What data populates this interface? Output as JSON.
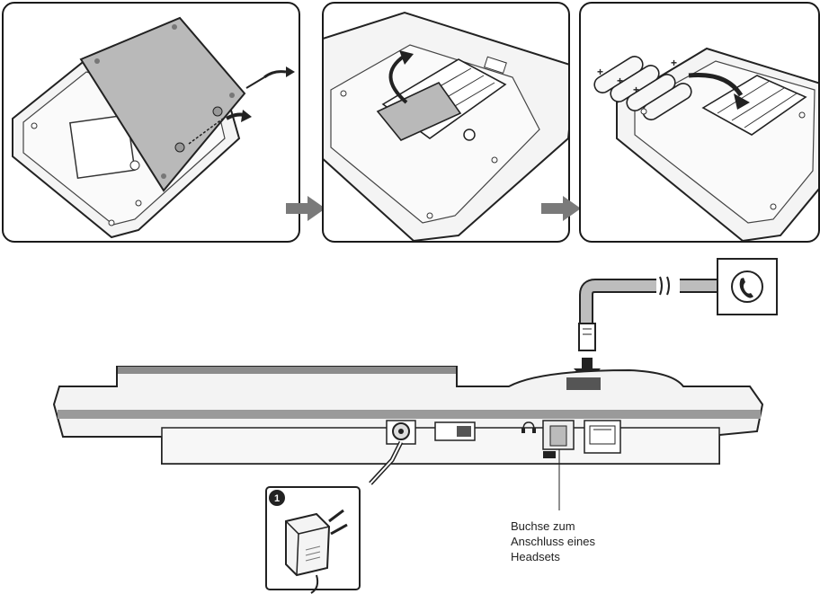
{
  "steps": [
    {
      "id": 1
    },
    {
      "id": 2
    },
    {
      "id": 3
    }
  ],
  "adapter": {
    "badge_number": "1"
  },
  "callout": {
    "lines": [
      "Buchse zum",
      "Anschluss eines",
      "Headsets"
    ]
  },
  "colors": {
    "panel_border": "#1a1a1a",
    "cover_gray": "#b9b9b9",
    "step_arrow": "#7a7a7a",
    "body_fill": "#f2f2f2",
    "top_bar": "#8c8c8c"
  },
  "icons": [
    "arrow-right-icon",
    "phone-handset-icon",
    "power-adapter-icon",
    "headset-icon",
    "phone-jack-icon"
  ]
}
